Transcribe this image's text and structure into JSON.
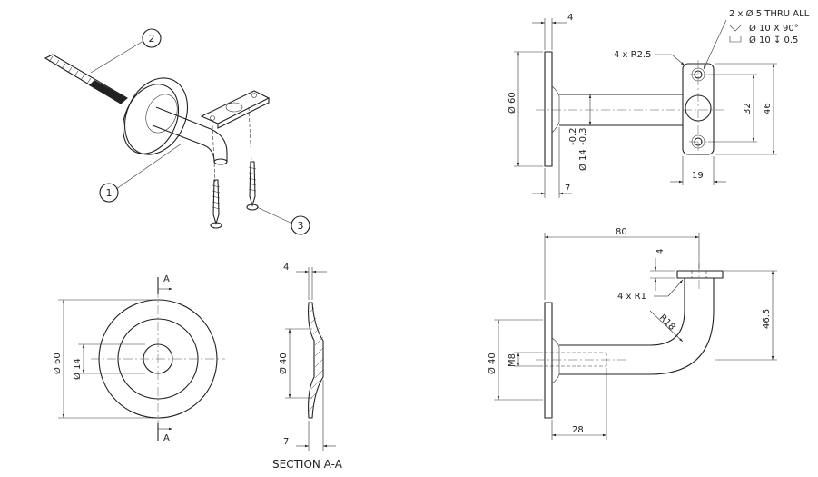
{
  "balloons": [
    "1",
    "2",
    "3"
  ],
  "section_label": "SECTION A-A",
  "section_marker": "A",
  "top_view": {
    "dim_plate_thk": "4",
    "dim_plate_dia": "Ø 60",
    "dim_arm_length": "7",
    "dim_arm_dia": "Ø 14",
    "dim_tol_upper": "-0.2",
    "dim_tol_lower": "-0.3",
    "dim_radius": "4 x R2.5",
    "dim_hole_spacing": "32",
    "dim_bracket_height": "46",
    "dim_bracket_width": "19",
    "hole_note_1": "2 x Ø 5 THRU ALL",
    "hole_note_2": "Ø 10 X 90°",
    "hole_note_3": "Ø 10 ↧ 0.5"
  },
  "front_view": {
    "dim_outer": "Ø 60",
    "dim_inner": "Ø 14"
  },
  "section_view": {
    "dim_top": "4",
    "dim_dia": "Ø 40",
    "dim_bottom": "7"
  },
  "side_view": {
    "dim_length": "80",
    "dim_flange_thk": "4",
    "dim_corner_r": "4 x R1",
    "dim_bend_r": "R18",
    "dim_height": "46.5",
    "dim_flange_dia": "Ø 40",
    "dim_thread": "M8",
    "dim_thread_len": "28"
  }
}
